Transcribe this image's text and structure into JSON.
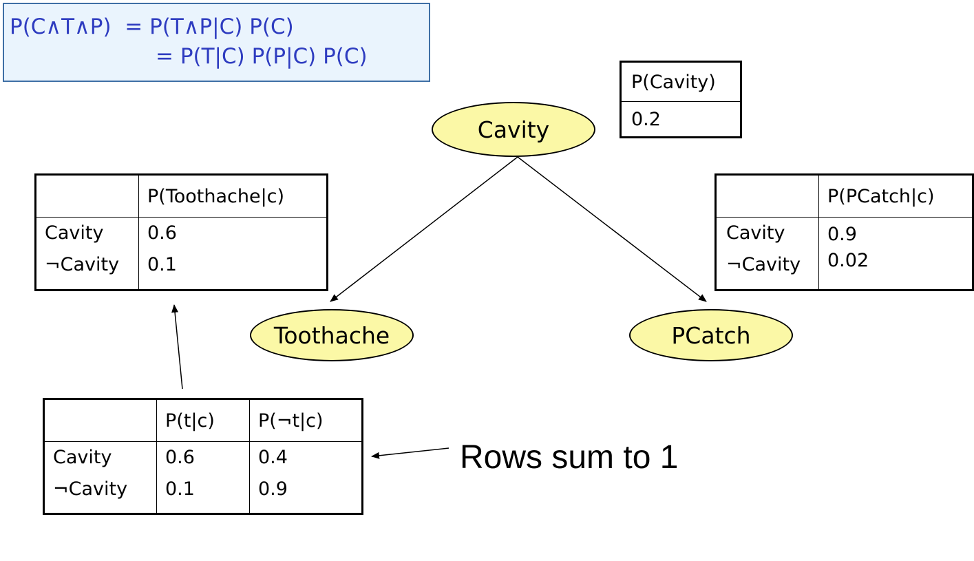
{
  "formula": {
    "line1": "P(C∧T∧P)  = P(T∧P|C) P(C)",
    "line2": "= P(T|C) P(P|C) P(C)"
  },
  "nodes": {
    "cavity": "Cavity",
    "toothache": "Toothache",
    "pcatch": "PCatch"
  },
  "prior_table": {
    "header": "P(Cavity)",
    "value": "0.2"
  },
  "toothache_table": {
    "header": "P(Toothache|c)",
    "rows": [
      {
        "label": "Cavity",
        "value": "0.6"
      },
      {
        "label": "¬Cavity",
        "value": "0.1"
      }
    ]
  },
  "pcatch_table": {
    "header": "P(PCatch|c)",
    "rows": [
      {
        "label": "Cavity",
        "value": "0.9"
      },
      {
        "label": "¬Cavity",
        "value": "0.02"
      }
    ]
  },
  "full_table": {
    "headers": [
      "P(t|c)",
      "P(¬t|c)"
    ],
    "rows": [
      {
        "label": "Cavity",
        "t": "0.6",
        "not_t": "0.4"
      },
      {
        "label": "¬Cavity",
        "t": "0.1",
        "not_t": "0.9"
      }
    ]
  },
  "note": "Rows sum to 1"
}
